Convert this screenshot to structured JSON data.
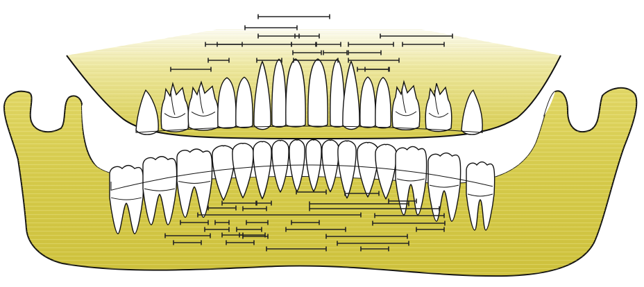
{
  "diagram": {
    "colors": {
      "bone": "#d9cf55",
      "bone_light": "#efe9a8",
      "bone_dark": "#b7ac2c",
      "outline": "#111111",
      "tooth_fill": "#ffffff",
      "marker": "#222222"
    },
    "upper_teeth": [
      {
        "name": "upper-right-third-molar",
        "type": "molar"
      },
      {
        "name": "upper-right-second-molar",
        "type": "molar"
      },
      {
        "name": "upper-right-first-molar",
        "type": "molar"
      },
      {
        "name": "upper-right-second-premolar",
        "type": "premolar"
      },
      {
        "name": "upper-right-first-premolar",
        "type": "premolar"
      },
      {
        "name": "upper-right-canine",
        "type": "canine"
      },
      {
        "name": "upper-right-lateral-incisor",
        "type": "incisor"
      },
      {
        "name": "upper-right-central-incisor",
        "type": "incisor"
      },
      {
        "name": "upper-left-central-incisor",
        "type": "incisor"
      },
      {
        "name": "upper-left-lateral-incisor",
        "type": "incisor"
      },
      {
        "name": "upper-left-canine",
        "type": "canine"
      },
      {
        "name": "upper-left-first-premolar",
        "type": "premolar"
      },
      {
        "name": "upper-left-second-premolar",
        "type": "premolar"
      },
      {
        "name": "upper-left-first-molar",
        "type": "molar"
      },
      {
        "name": "upper-left-second-molar",
        "type": "molar"
      },
      {
        "name": "upper-left-third-molar",
        "type": "molar"
      }
    ],
    "lower_teeth": [
      {
        "name": "lower-right-third-molar",
        "type": "molar"
      },
      {
        "name": "lower-right-second-molar",
        "type": "molar"
      },
      {
        "name": "lower-right-first-molar",
        "type": "molar"
      },
      {
        "name": "lower-right-second-premolar",
        "type": "premolar"
      },
      {
        "name": "lower-right-first-premolar",
        "type": "premolar"
      },
      {
        "name": "lower-right-canine",
        "type": "canine"
      },
      {
        "name": "lower-right-lateral-incisor",
        "type": "incisor"
      },
      {
        "name": "lower-right-central-incisor",
        "type": "incisor"
      },
      {
        "name": "lower-left-central-incisor",
        "type": "incisor"
      },
      {
        "name": "lower-left-lateral-incisor",
        "type": "incisor"
      },
      {
        "name": "lower-left-canine",
        "type": "canine"
      },
      {
        "name": "lower-left-first-premolar",
        "type": "premolar"
      },
      {
        "name": "lower-left-second-premolar",
        "type": "premolar"
      },
      {
        "name": "lower-left-first-molar",
        "type": "molar"
      },
      {
        "name": "lower-left-second-molar",
        "type": "molar"
      },
      {
        "name": "lower-left-third-molar",
        "type": "molar"
      }
    ],
    "upper_label_lines": 21,
    "lower_label_lines": 30
  }
}
